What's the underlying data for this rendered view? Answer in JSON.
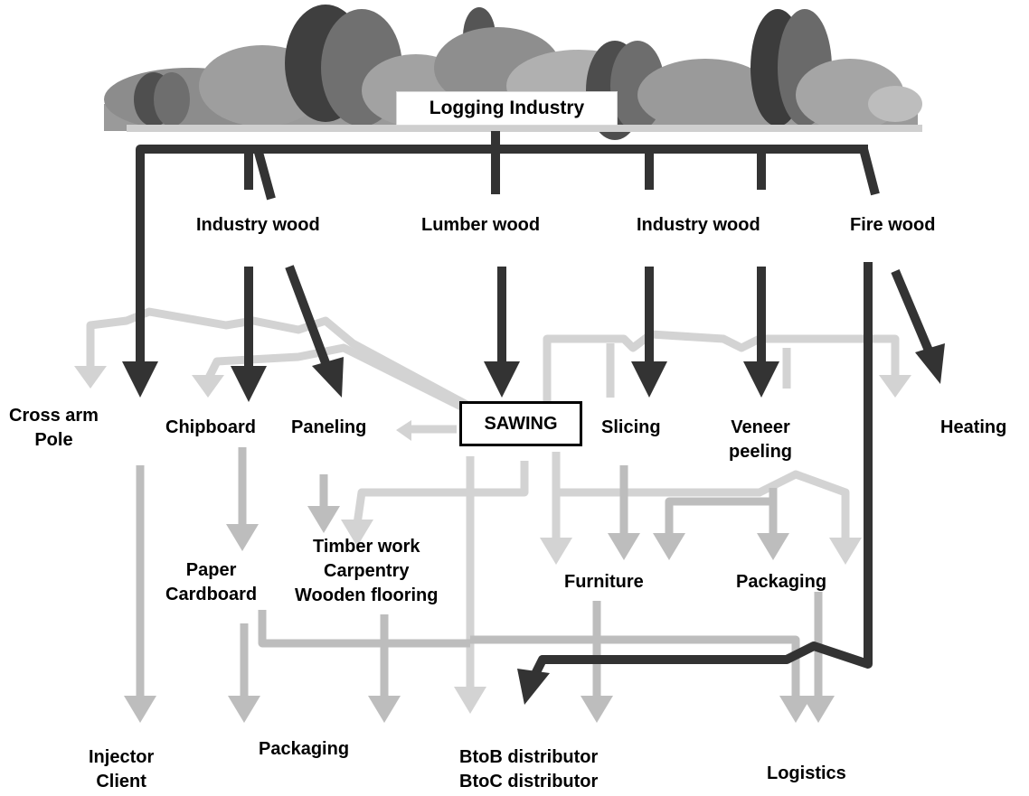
{
  "source": {
    "label": "Logging Industry"
  },
  "wood_types": {
    "industry_wood_left": "Industry wood",
    "lumber_wood": "Lumber wood",
    "industry_wood_right": "Industry wood",
    "fire_wood": "Fire wood"
  },
  "processes": {
    "cross_arm_pole": [
      "Cross arm",
      "Pole"
    ],
    "chipboard": "Chipboard",
    "paneling": "Paneling",
    "sawing": "SAWING",
    "slicing": "Slicing",
    "veneer_peeling": [
      "Veneer",
      "peeling"
    ],
    "heating": "Heating"
  },
  "products": {
    "paper_cardboard": [
      "Paper",
      "Cardboard"
    ],
    "timber_work": [
      "Timber work",
      "Carpentry",
      "Wooden flooring"
    ],
    "furniture": "Furniture",
    "packaging_mid": "Packaging"
  },
  "destinations": {
    "injector_client": [
      "Injector",
      "Client"
    ],
    "packaging": "Packaging",
    "distributors": [
      "BtoB distributor",
      "BtoC distributor"
    ],
    "logistics": "Logistics"
  },
  "colors": {
    "dark_flow": "#333333",
    "light_flow": "#d3d3d3",
    "mid_flow": "#bdbdbd",
    "tree_dark": "#4a4a4a",
    "tree_mid": "#7a7a7a",
    "tree_light": "#a8a8a8"
  }
}
